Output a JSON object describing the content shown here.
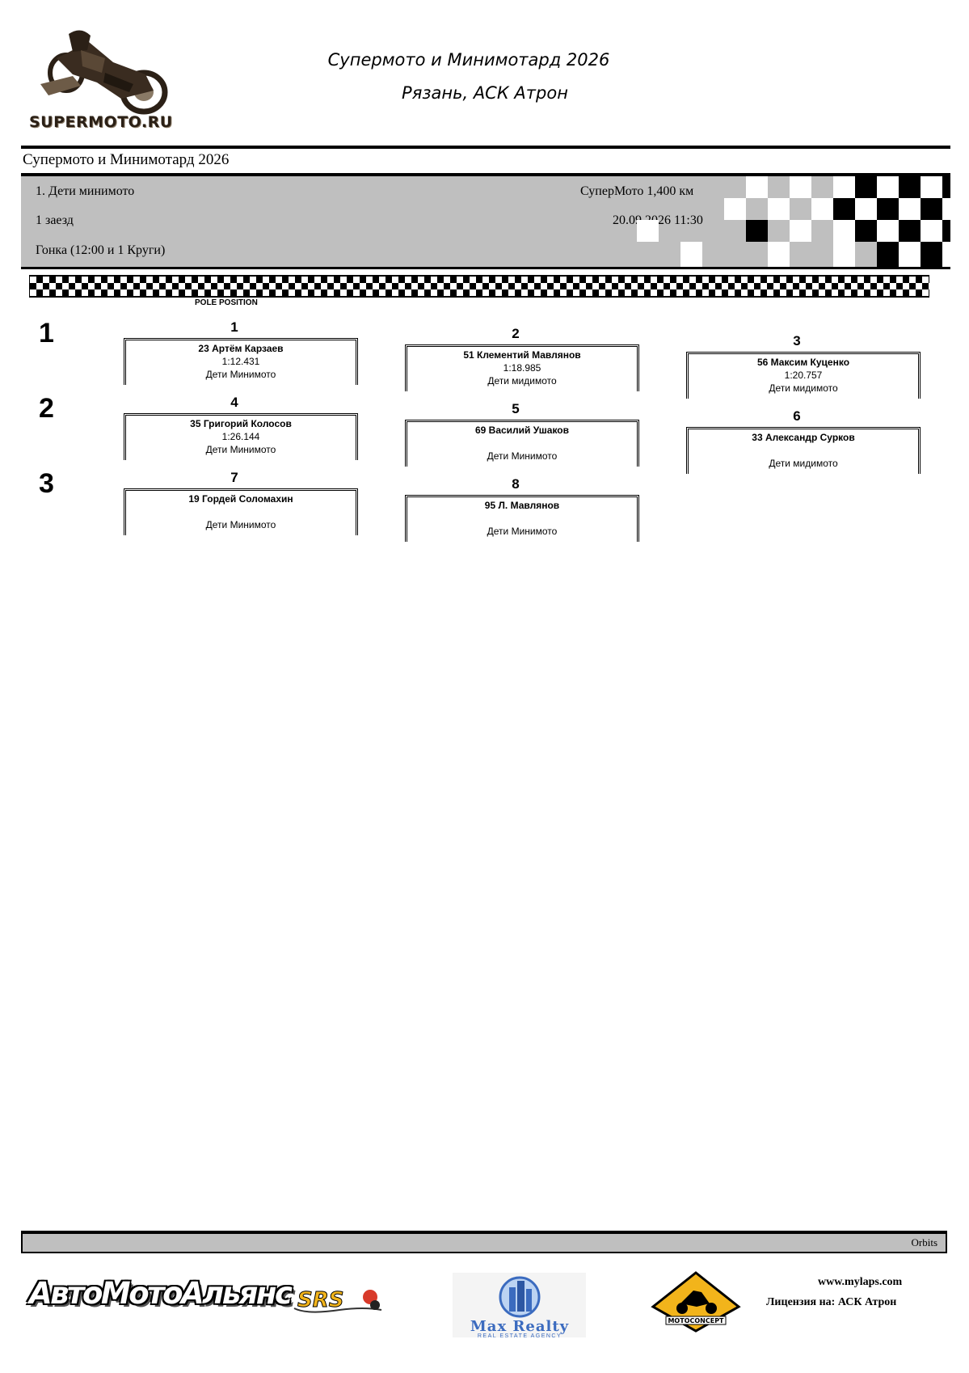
{
  "header": {
    "logo_text": "SUPERMOTO.RU",
    "title": "Супермото и Минимотард 2026",
    "subtitle": "Рязань, АСК Атрон"
  },
  "event": {
    "title": "Супермото и Минимотард 2026",
    "class_name": "1. Дети минимото",
    "heat": "1 заезд",
    "race": "Гонка (12:00 и 1 Круги)",
    "track": "СуперМото 1,400 км",
    "datetime": "20.09.2026 11:30"
  },
  "grid": {
    "pole_label": "POLE POSITION",
    "rows": [
      "1",
      "2",
      "3"
    ],
    "positions": [
      {
        "pos": "1",
        "name": "23 Артём Карзаев",
        "time": "1:12.431",
        "class": "Дети Минимото"
      },
      {
        "pos": "2",
        "name": "51 Клементий Мавлянов",
        "time": "1:18.985",
        "class": "Дети мидимото"
      },
      {
        "pos": "3",
        "name": "56 Максим Куценко",
        "time": "1:20.757",
        "class": "Дети мидимото"
      },
      {
        "pos": "4",
        "name": "35 Григорий Колосов",
        "time": "1:26.144",
        "class": "Дети Минимото"
      },
      {
        "pos": "5",
        "name": "69 Василий Ушаков",
        "time": "",
        "class": "Дети Минимото"
      },
      {
        "pos": "6",
        "name": "33 Александр Сурков",
        "time": "",
        "class": "Дети мидимото"
      },
      {
        "pos": "7",
        "name": "19 Гордей Соломахин",
        "time": "",
        "class": "Дети Минимото"
      },
      {
        "pos": "8",
        "name": "95 Л. Мавлянов",
        "time": "",
        "class": "Дети Минимото"
      }
    ]
  },
  "footer": {
    "orbits": "Orbits",
    "website": "www.mylaps.com",
    "license": "Лицензия на: АСК Атрон"
  },
  "sponsors": {
    "automoto": "АвтоМотоАльянс",
    "srs": "SRS",
    "max_realty": "Max Realty",
    "max_realty_sub": "REAL ESTATE AGENCY",
    "motoconcept": "MOTOCONCEPT"
  },
  "colors": {
    "panel_gray": "#bfbfbf",
    "max_realty_blue": "#3b6bbf",
    "warning_yellow": "#f2b41b"
  }
}
